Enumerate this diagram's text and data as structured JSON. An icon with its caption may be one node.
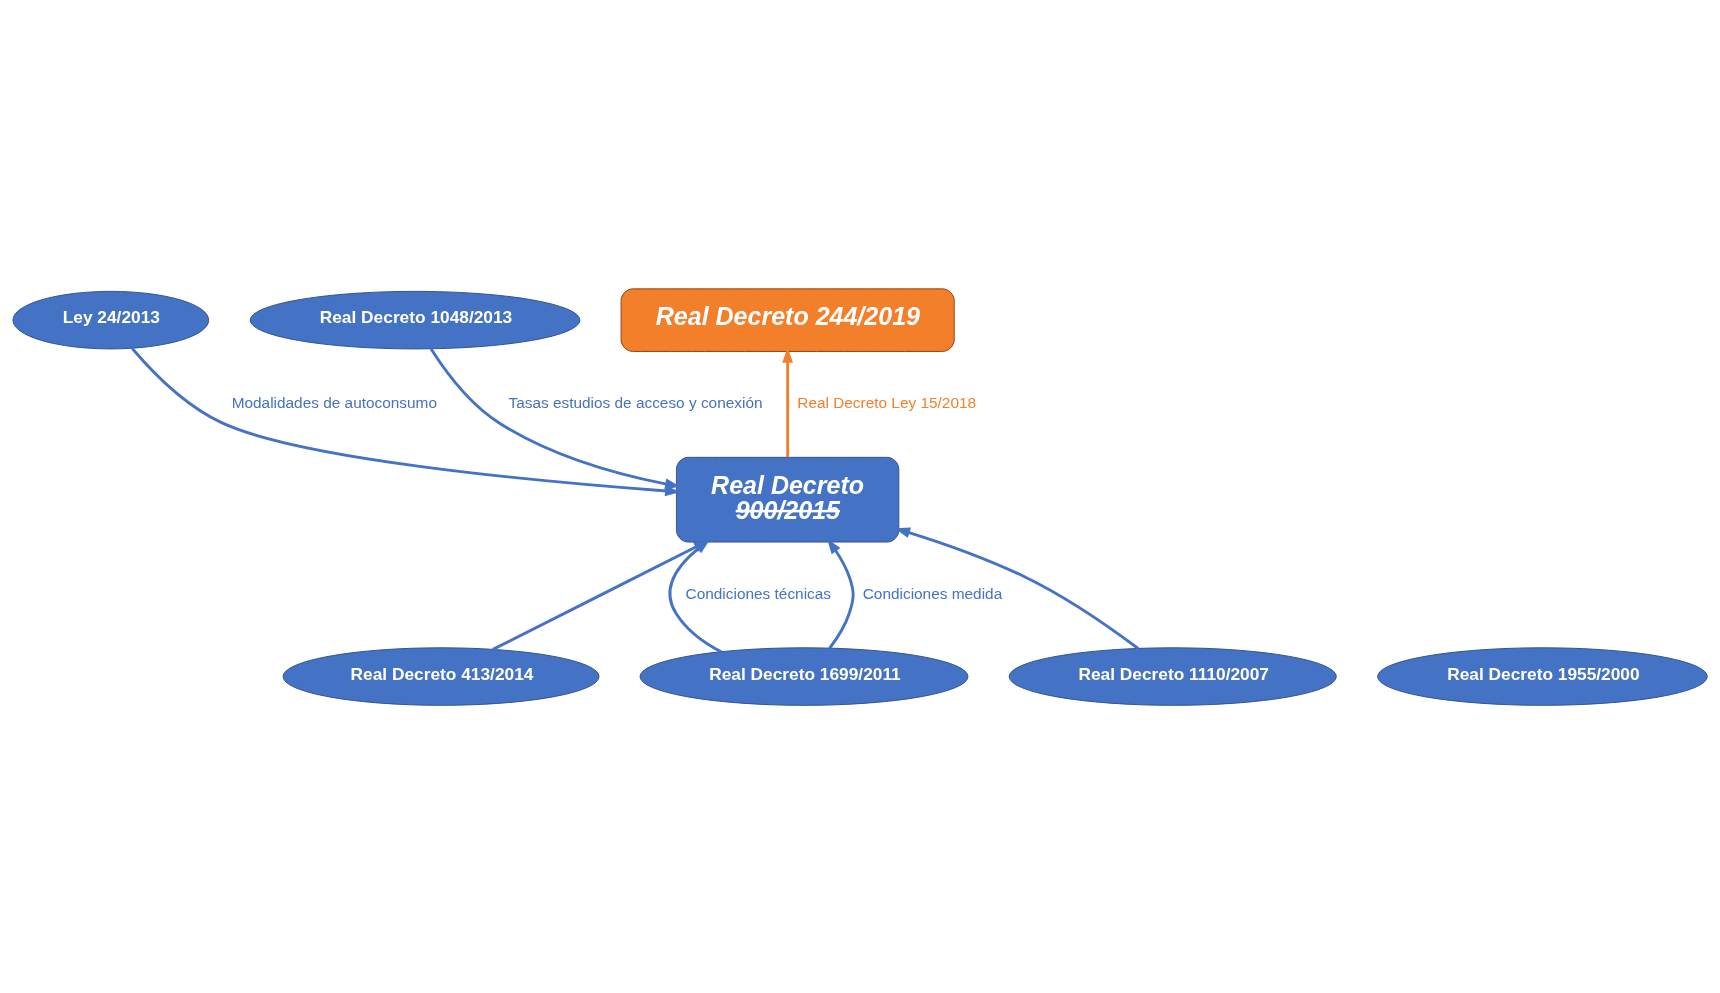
{
  "diagram": {
    "nodes": [
      {
        "text": [
          "Real Decreto 244/2019"
        ]
      },
      {
        "text": [
          "Ley 24/2013"
        ]
      },
      {
        "text": [
          "Real Decreto 1048/2013"
        ]
      },
      {
        "text": [
          "Real Decreto",
          "900/2015"
        ]
      },
      {
        "text": [
          "Real Decreto 413/2014"
        ]
      },
      {
        "text": [
          "Real Decreto 1955/2000"
        ]
      },
      {
        "text": [
          "Real Decreto 1699/2011"
        ]
      },
      {
        "text": [
          "Real Decreto 1110/2007"
        ]
      }
    ],
    "edges": [
      {
        "from": 3,
        "to": 0,
        "arrow": "to",
        "label": "Real Decreto Ley 15/2018",
        "color": "#f47f2a"
      },
      {
        "from": 1,
        "to": 3,
        "arrow": "to",
        "label": "Modalidades de autoconsumo"
      },
      {
        "from": 2,
        "to": 3,
        "arrow": "to",
        "label": "Tasas estudios de acceso y conexión"
      },
      {
        "from": 4,
        "to": 3,
        "arrow": "to"
      },
      {
        "from": 6,
        "to": 3,
        "arrow": "to",
        "label": "Condiciones técnicas"
      },
      {
        "from": 6,
        "to": 3,
        "arrow": "to",
        "label": "Condiciones medida"
      },
      {
        "from": 7,
        "to": 3,
        "arrow": "to"
      }
    ]
  }
}
